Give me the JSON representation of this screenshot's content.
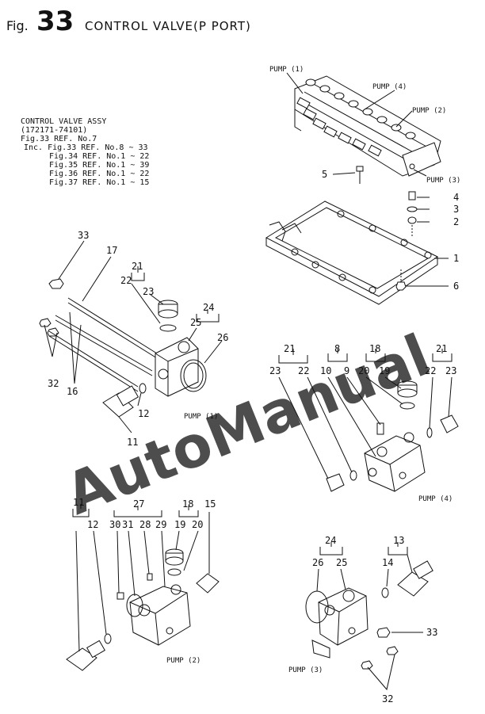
{
  "header": {
    "fig_prefix": "Fig.",
    "fig_number": "33",
    "title": "CONTROL VALVE(P PORT)"
  },
  "assy_note": {
    "lines": [
      "CONTROL VALVE ASSY",
      "(172171-74101)",
      "Fig.33 REF. No.7",
      "Inc. Fig.33 REF. No.8 ~ 33",
      "Fig.34 REF. No.1 ~ 22",
      "Fig.35 REF. No.1 ~ 39",
      "Fig.36 REF. No.1 ~ 22",
      "Fig.37 REF. No.1 ~ 15"
    ]
  },
  "port_labels": {
    "top_pump1": "PUMP (1)",
    "top_pump4": "PUMP (4)",
    "top_pump2": "PUMP (2)",
    "top_pump3": "PUMP (3)",
    "sec_pump1": "PUMP (1)",
    "sec_pump4": "PUMP (4)",
    "sec_pump2": "PUMP (2)",
    "sec_pump3": "PUMP (3)"
  },
  "callouts": {
    "c1": "1",
    "c2": "2",
    "c3": "3",
    "c4": "4",
    "c5": "5",
    "c6": "6",
    "a33": "33",
    "a17": "17",
    "a21": "21",
    "a22": "22",
    "a23": "23",
    "a24": "24",
    "a25": "25",
    "a26": "26",
    "a32": "32",
    "a16": "16",
    "a12": "12",
    "a11": "11",
    "b21": "21",
    "b23": "23",
    "b22": "22",
    "b8": "8",
    "b10": "10",
    "b9": "9",
    "b18": "18",
    "b20": "20",
    "b19": "19",
    "b21r": "21",
    "b22r": "22",
    "b23r": "23",
    "d11": "11",
    "d12": "12",
    "d27": "27",
    "d30": "30",
    "d31": "31",
    "d28": "28",
    "d29": "29",
    "d18": "18",
    "d19": "19",
    "d20": "20",
    "d15": "15",
    "e24": "24",
    "e26": "26",
    "e25": "25",
    "e13": "13",
    "e14": "14",
    "e33": "33",
    "e32": "32"
  },
  "watermark": "AutoManual",
  "colors": {
    "line": "#111111",
    "watermark": "#2aa6e8"
  }
}
